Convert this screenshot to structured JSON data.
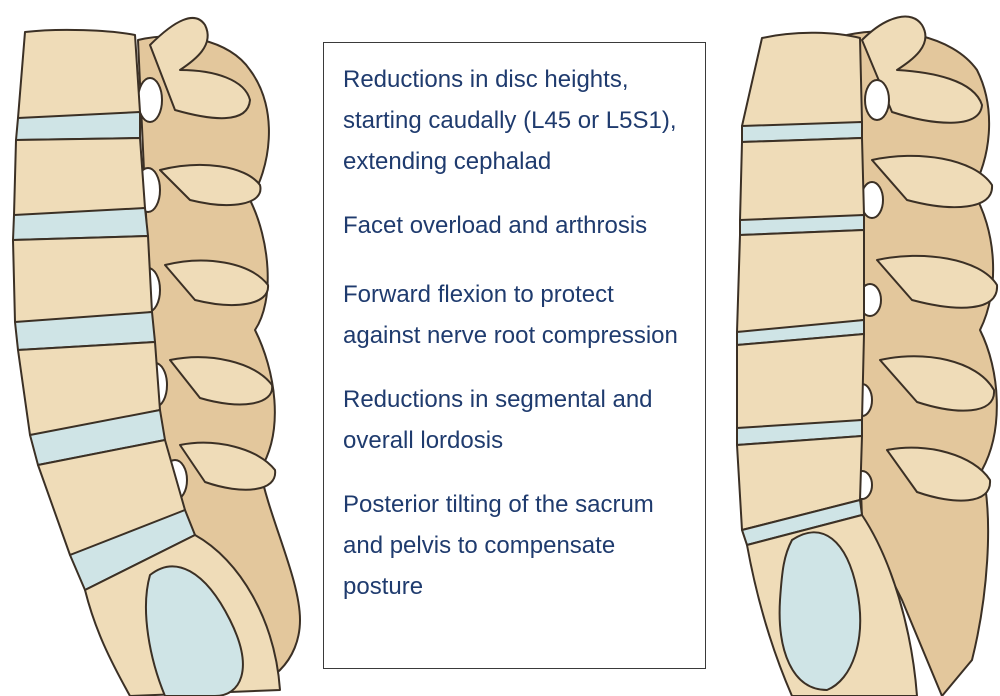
{
  "panel": {
    "items": [
      "Reductions in disc heights, starting caudally (L45 or L5S1), extending cephalad",
      "Facet overload and arthrosis",
      "Forward flexion to protect against nerve root compression",
      "Reductions in segmental and overall lordosis",
      "Posterior tilting of the sacrum and pelvis to compensate posture"
    ]
  },
  "colors": {
    "text": "#1f3b6e",
    "bone": "#efdcb8",
    "bone_shade": "#d8b98a",
    "disc": "#cfe4e6",
    "outline": "#3b3025"
  }
}
